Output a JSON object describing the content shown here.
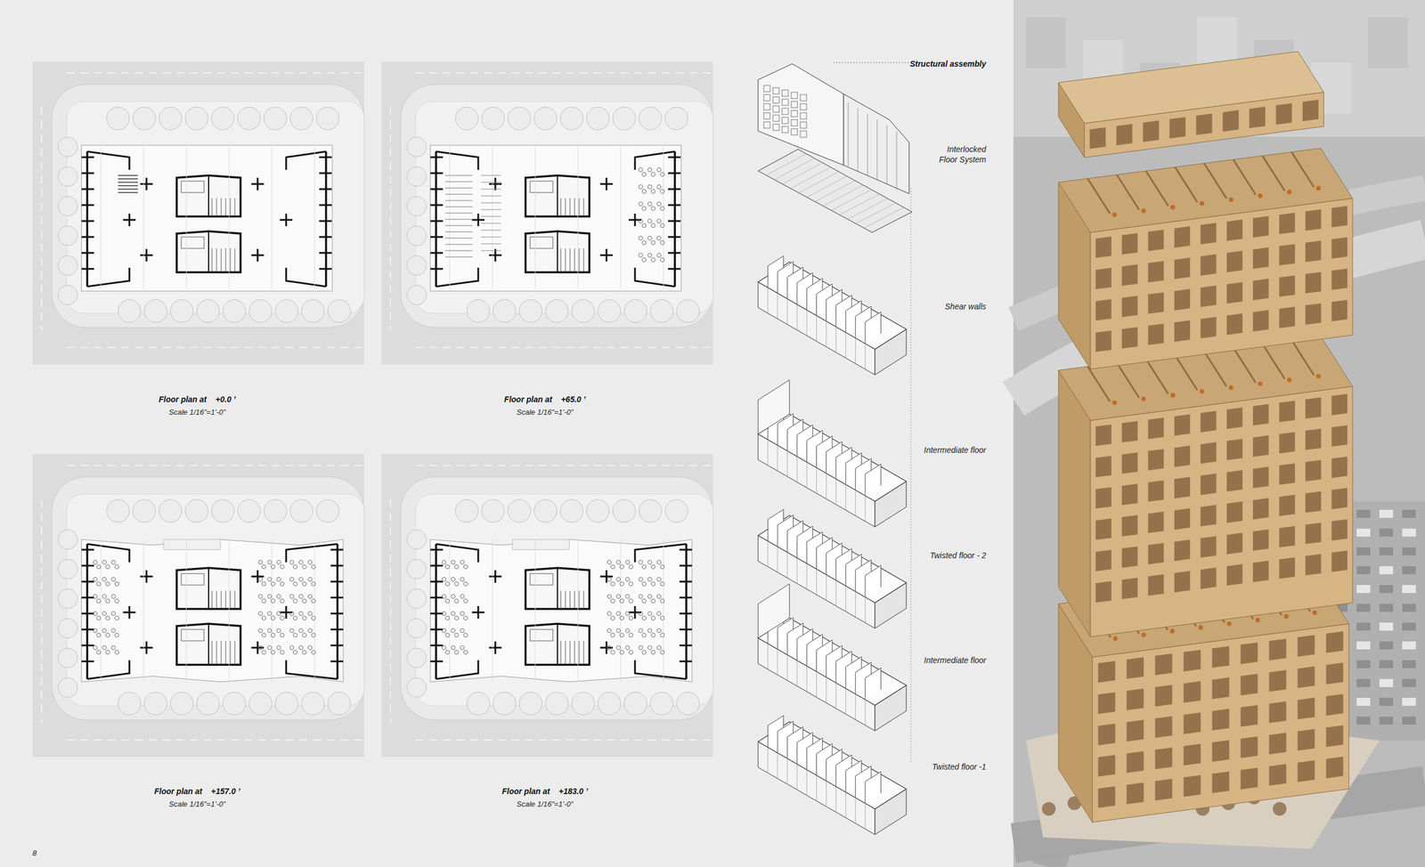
{
  "diagram": {
    "labels": [
      "Floor plan at    +0.0 ’",
      "Scale 1/16”=1’-0”",
      "Floor plan at    +65.0 ’",
      "Scale 1/16”=1’-0”",
      "Floor plan at    +157.0 ’",
      "Scale 1/16”=1’-0”",
      "Floor plan at    +183.0 ’",
      "Scale 1/16”=1’-0”",
      "Structural assembly",
      "Interlocked Floor System",
      "Shear walls",
      "Intermediate floor",
      "Twisted floor - 2",
      "Intermediate floor",
      "Twisted floor -1",
      "8"
    ]
  }
}
